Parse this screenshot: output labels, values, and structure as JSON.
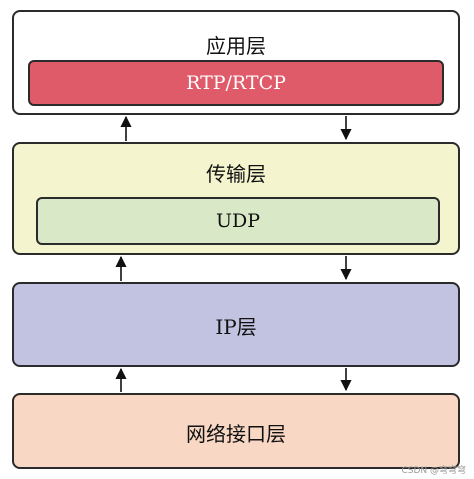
{
  "layers": {
    "application": {
      "label": "应用层",
      "inner": "RTP/RTCP"
    },
    "transport": {
      "label": "传输层",
      "inner": "UDP"
    },
    "network": {
      "label": "IP层"
    },
    "link": {
      "label": "网络接口层"
    }
  },
  "footer": "CSDN @穹穹穹",
  "colors": {
    "application_bg": "#ffffff",
    "rtp_bg": "#df5b6a",
    "transport_bg": "#f4f5cf",
    "udp_bg": "#d9e8c6",
    "network_bg": "#c2c3e0",
    "link_bg": "#f8d8c4"
  }
}
